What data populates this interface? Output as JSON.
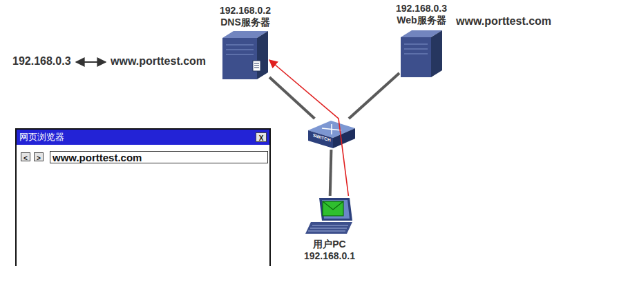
{
  "diagram": {
    "nodes": [
      {
        "text": [
          "192.168.0.2",
          "DNS服务器"
        ]
      },
      {
        "text": [
          "192.168.0.3",
          "Web服务器"
        ]
      },
      {
        "text": [
          "SWITCH"
        ]
      },
      {
        "text": [
          "用户PC",
          "192.168.0.1"
        ]
      },
      {
        "text": [
          "网页浏览器"
        ]
      },
      {
        "text": [
          "X"
        ],
        "in": 4
      },
      {
        "text": [
          "<"
        ],
        "in": 4
      },
      {
        "text": [
          ">"
        ],
        "in": 4
      },
      {
        "text": [
          "www.porttest.com"
        ],
        "in": 4
      }
    ],
    "edges": [
      {
        "from": 0,
        "to": 2,
        "arrow": "none"
      },
      {
        "from": 1,
        "to": 2,
        "arrow": "none"
      },
      {
        "from": 2,
        "to": 3,
        "arrow": "none"
      },
      {
        "from": 3,
        "to": 0,
        "arrow": "to"
      }
    ],
    "labels": [
      "192.168.0.3",
      "www.porttest.com",
      "www.porttest.com"
    ]
  }
}
